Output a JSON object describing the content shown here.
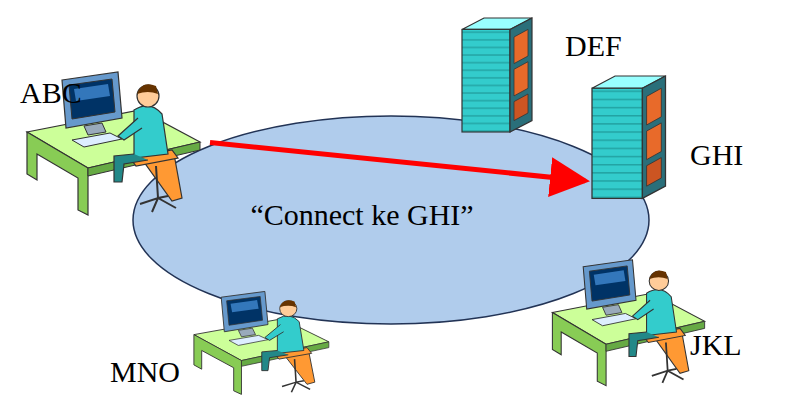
{
  "diagram": {
    "nodes": [
      {
        "text": [
          "ABC"
        ]
      },
      {
        "text": [
          "DEF"
        ]
      },
      {
        "text": [
          "GHI"
        ]
      },
      {
        "text": [
          "JKL"
        ]
      },
      {
        "text": [
          "MNO"
        ]
      }
    ],
    "edges": [
      {
        "from": 0,
        "to": 2,
        "arrow": "to",
        "label": "“Connect ke GHI”"
      }
    ]
  }
}
